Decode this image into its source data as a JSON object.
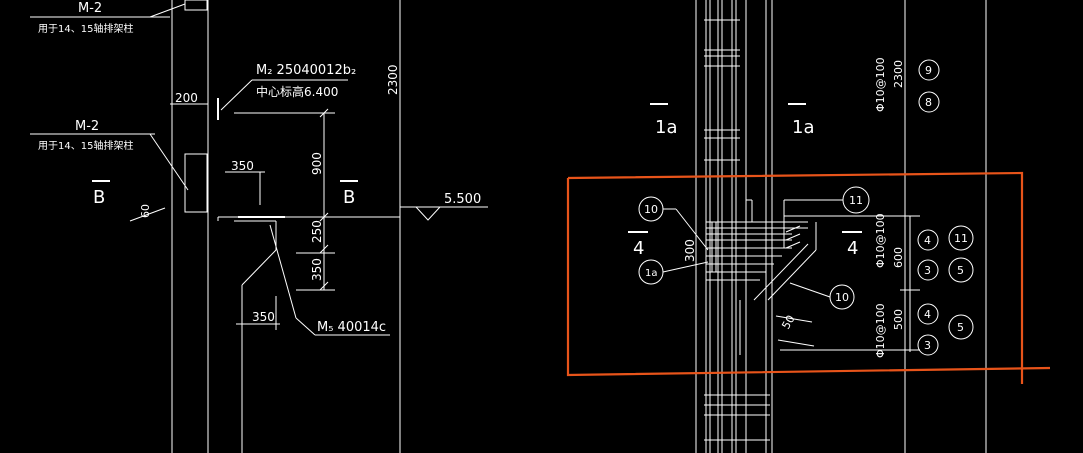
{
  "colors": {
    "background": "#000000",
    "lines": "#ffffff",
    "highlight": "#e8541a"
  },
  "left": {
    "m2_top": {
      "name": "M-2",
      "note": "用于14、15轴排架柱"
    },
    "m2_mid": {
      "name": "M-2",
      "note": "用于14、15轴排架柱"
    },
    "embed_top": {
      "code": "M₂ 25040012b₂",
      "note": "中心标高6.400"
    },
    "embed_bottom": {
      "code": "M₅ 40014c"
    },
    "section_b_left": "B",
    "section_b_right": "B",
    "dims": {
      "d200": "200",
      "d60": "60",
      "d350_top": "350",
      "d900": "900",
      "d250": "250",
      "d350_v": "350",
      "d350_bottom": "350",
      "d2300": "2300"
    },
    "elevation": "5.500"
  },
  "right": {
    "section_1a_left": "1a",
    "section_1a_right": "1a",
    "section_4_left": "4",
    "section_4_right": "4",
    "rebar_top": "Φ10@100",
    "rebar_top_dim": "2300",
    "rebar_mid": "Φ10@100",
    "rebar_mid_dim": "600",
    "rebar_bottom": "Φ10@100",
    "rebar_bottom_dim": "500",
    "dim_300": "300",
    "dim_50": "50",
    "bubbles": {
      "b9": "9",
      "b8": "8",
      "b4a": "4",
      "b11a": "11",
      "b3a": "3",
      "b5a": "5",
      "b4b": "4",
      "b3b": "3",
      "b5b": "5",
      "b10_top": "10",
      "b1a": "1a",
      "b11_top": "11",
      "b10_bottom": "10"
    }
  }
}
